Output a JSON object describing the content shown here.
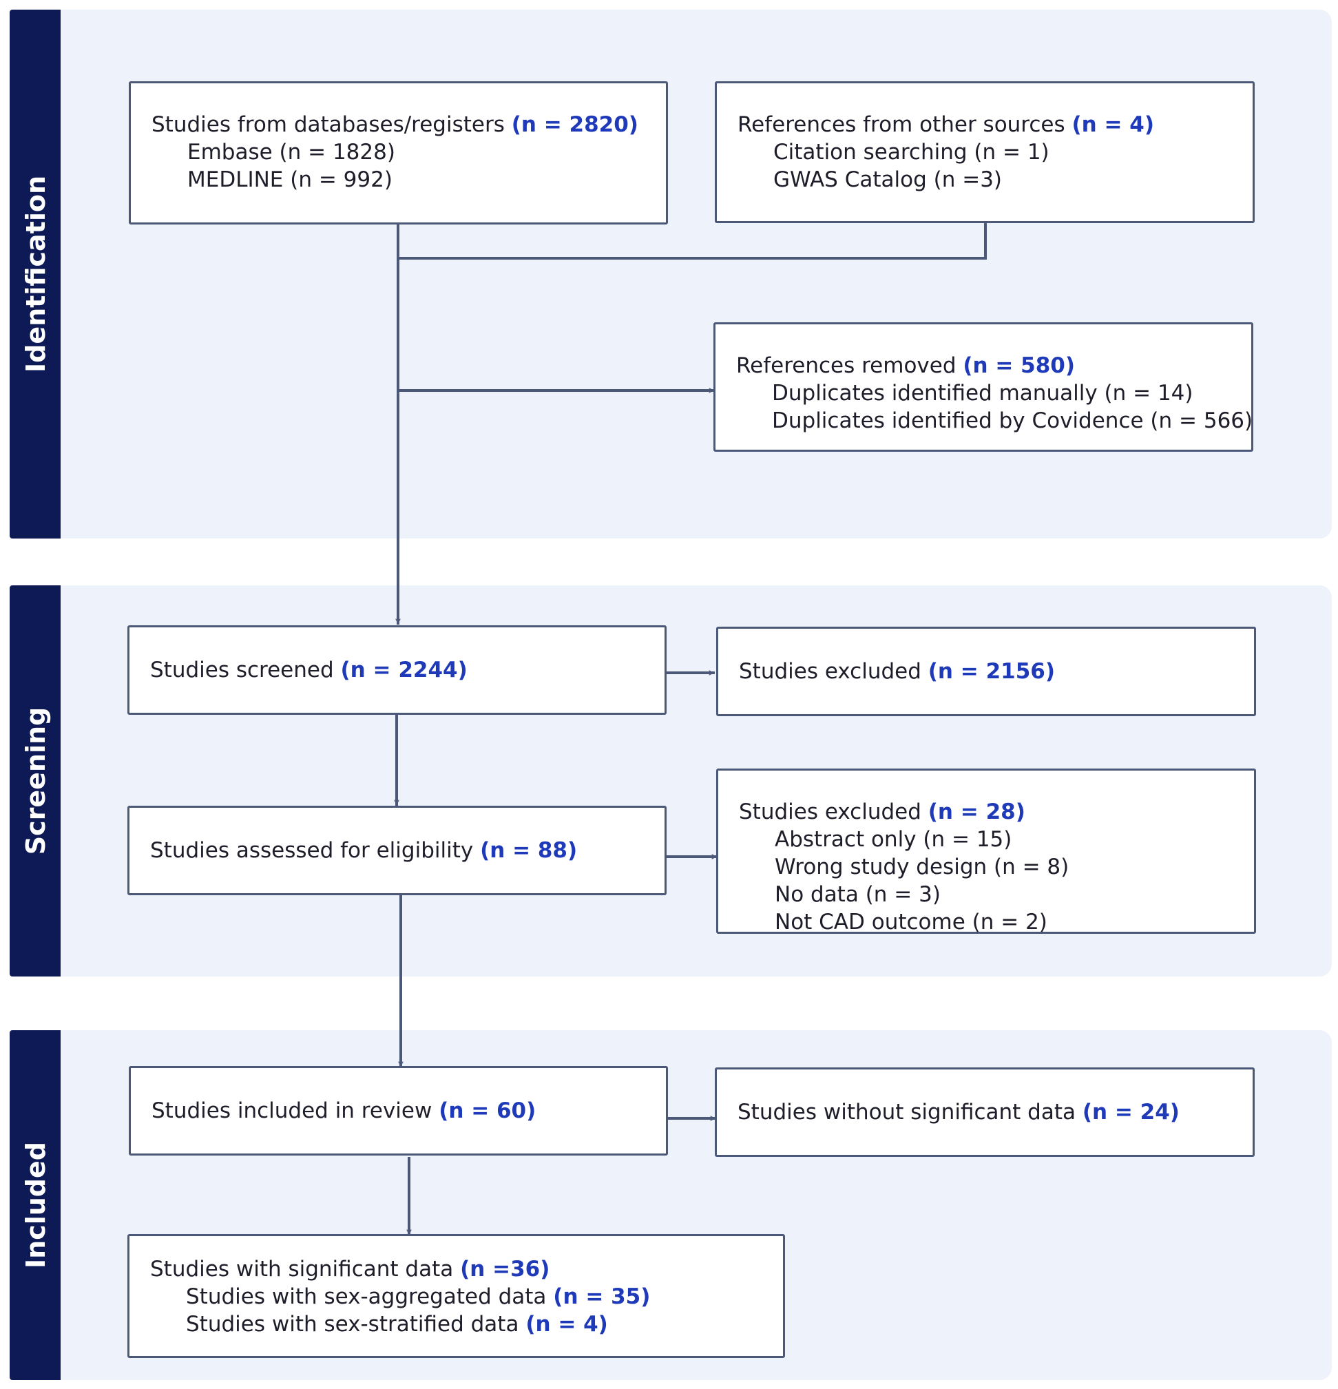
{
  "sections": {
    "identification": "Identification",
    "screening": "Screening",
    "included": "Included"
  },
  "boxes": {
    "databases": {
      "title": "Studies from databases/registers ",
      "count": "(n = 2820)",
      "items": [
        "Embase (n = 1828)",
        "MEDLINE (n = 992)"
      ]
    },
    "other_sources": {
      "title": "References from other sources ",
      "count": "(n = 4)",
      "items": [
        "Citation searching (n = 1)",
        "GWAS Catalog (n =3)"
      ]
    },
    "removed": {
      "title": "References removed ",
      "count": "(n = 580)",
      "items": [
        "Duplicates identified manually (n = 14)",
        "Duplicates identified by Covidence (n = 566)"
      ]
    },
    "screened": {
      "title": "Studies screened ",
      "count": "(n = 2244)"
    },
    "excluded_screen": {
      "title": "Studies excluded ",
      "count": "(n = 2156)"
    },
    "eligibility": {
      "title": "Studies assessed for eligibility ",
      "count": "(n = 88)"
    },
    "excluded_full": {
      "title": "Studies excluded ",
      "count": "(n = 28)",
      "items": [
        "Abstract only (n = 15)",
        "Wrong study design (n = 8)",
        "No data (n = 3)",
        "Not CAD outcome (n = 2)"
      ]
    },
    "included_review": {
      "title": "Studies included in review ",
      "count": "(n = 60)"
    },
    "without_significant": {
      "title": "Studies without significant data ",
      "count": "(n = 24)"
    },
    "with_significant": {
      "title": "Studies with significant data ",
      "count": "(n =36)",
      "sub_items": [
        {
          "label": "Studies with sex-aggregated data ",
          "count": "(n = 35)"
        },
        {
          "label": "Studies with sex-stratified data ",
          "count": "(n = 4)"
        }
      ]
    }
  },
  "colors": {
    "section_bg": "#eef2fb",
    "section_tab": "#0e1a55",
    "count_text": "#1f3ab8",
    "box_border": "#4b5878",
    "connector": "#4b5878"
  }
}
